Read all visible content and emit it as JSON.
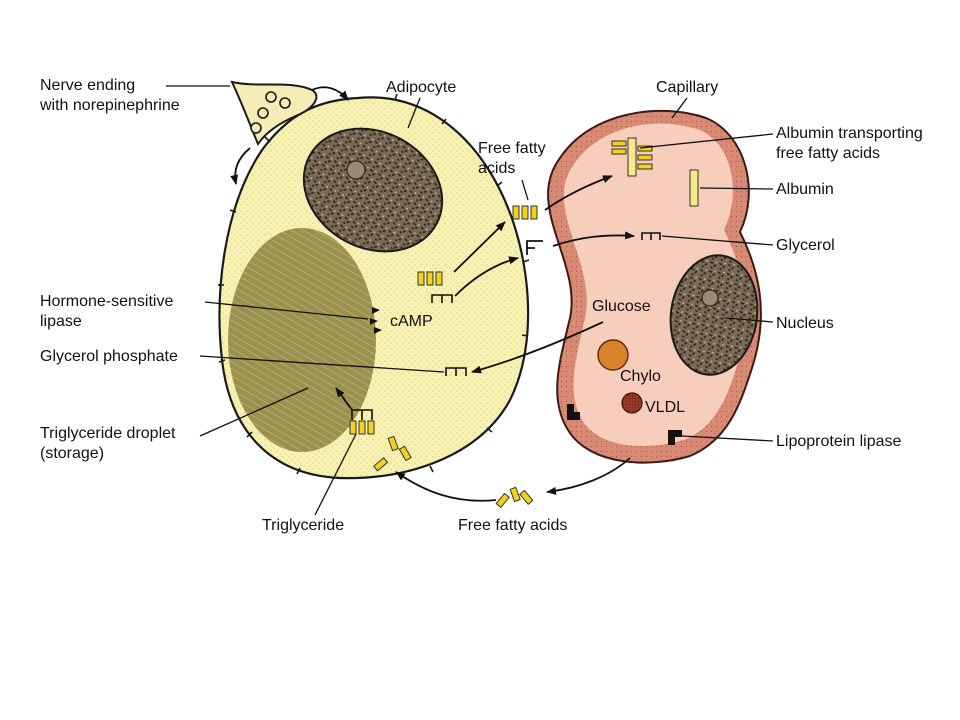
{
  "figure": {
    "labels": {
      "nerve_line1": "Nerve ending",
      "nerve_line2": "with norepinephrine",
      "adipocyte": "Adipocyte",
      "capillary": "Capillary",
      "ffa_top_line1": "Free fatty",
      "ffa_top_line2": "acids",
      "albumin_ffa_line1": "Albumin transporting",
      "albumin_ffa_line2": "free fatty acids",
      "albumin": "Albumin",
      "glycerol": "Glycerol",
      "hsl_line1": "Hormone-sensitive",
      "hsl_line2": "lipase",
      "camp": "cAMP",
      "glucose": "Glucose",
      "nucleus": "Nucleus",
      "glycerol_phosphate": "Glycerol phosphate",
      "chylo": "Chylo",
      "vldl": "VLDL",
      "tg_droplet_line1": "Triglyceride droplet",
      "tg_droplet_line2": "(storage)",
      "lipoprotein_lipase": "Lipoprotein lipase",
      "triglyceride": "Triglyceride",
      "ffa_bottom": "Free fatty acids"
    },
    "colors": {
      "adipocyte_fill": "#f7f1b2",
      "droplet_fill": "#8f8547",
      "nucleus_fill": "#6b5a45",
      "capillary_wall": "#d98a75",
      "capillary_lumen": "#f7cdbb",
      "fatty_acid_yellow": "#f2d21a",
      "chylo_fill": "#d9822b",
      "vldl_fill": "#8c2f22"
    }
  }
}
